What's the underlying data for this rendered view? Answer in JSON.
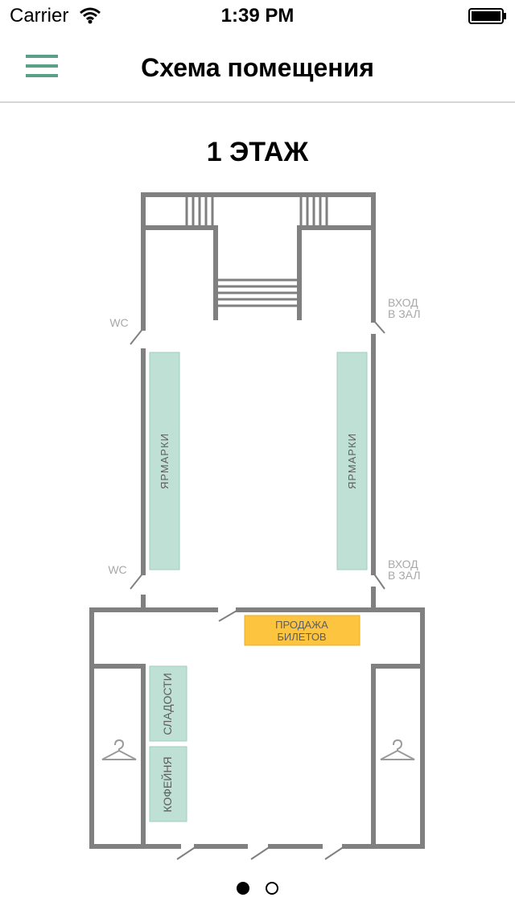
{
  "status_bar": {
    "carrier": "Carrier",
    "time": "1:39 PM",
    "icons": [
      "wifi-icon",
      "battery-icon"
    ]
  },
  "header": {
    "title": "Схема помещения",
    "menu_icon": "hamburger-menu-icon",
    "accent_color": "#5b9f86"
  },
  "floor": {
    "title": "1 ЭТАЖ"
  },
  "plan": {
    "wall_color": "#808080",
    "zone_green": "#bfe0d4",
    "zone_orange": "#fcc43f",
    "labels": {
      "wc_top": "WC",
      "wc_bottom": "WC",
      "entrance_top_line1": "ВХОД",
      "entrance_top_line2": "В ЗАЛ",
      "entrance_bottom_line1": "ВХОД",
      "entrance_bottom_line2": "В ЗАЛ",
      "fair_left": "ЯРМАРКИ",
      "fair_right": "ЯРМАРКИ",
      "tickets_line1": "ПРОДАЖА",
      "tickets_line2": "БИЛЕТОВ",
      "sweets": "СЛАДОСТИ",
      "coffee": "КОФЕЙНЯ"
    },
    "icons": [
      "hanger-icon",
      "hanger-icon",
      "stairs-icon"
    ]
  },
  "pager": {
    "pages": 2,
    "current": 1
  }
}
